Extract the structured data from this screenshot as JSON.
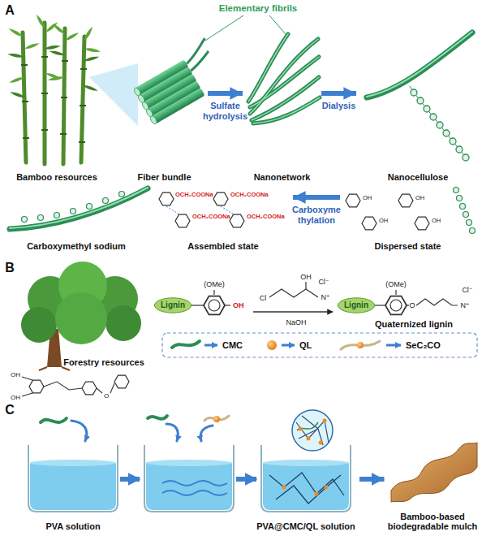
{
  "diagram": {
    "nodes": [
      {
        "text": [
          "Bamboo resources"
        ]
      },
      {
        "text": [
          "Fiber bundle"
        ]
      },
      {
        "text": [
          "Nanonetwork"
        ]
      },
      {
        "text": [
          "Nanocellulose"
        ]
      },
      {
        "text": [
          "Carboxymethyl sodium"
        ]
      },
      {
        "text": [
          "Assembled state"
        ]
      },
      {
        "text": [
          "Dispersed state"
        ]
      },
      {
        "text": [
          "Forestry resources"
        ]
      },
      {
        "text": [
          "Lignin"
        ]
      },
      {
        "text": [
          "Lignin"
        ]
      },
      {
        "text": [
          "PVA solution"
        ]
      },
      {
        "text": [
          "PVA@CMC/QL solution"
        ]
      },
      {
        "text": [
          "Bamboo-based biodegradable mulch"
        ]
      }
    ],
    "edges": [
      {
        "from": 1,
        "to": 2,
        "arrow": "to",
        "label": "Sulfate hydrolysis"
      },
      {
        "from": 2,
        "to": 3,
        "arrow": "to",
        "label": "Dialysis"
      },
      {
        "from": 6,
        "to": 5,
        "arrow": "to",
        "label": "Carboxyme thylation"
      },
      {
        "from": 11,
        "to": 12,
        "arrow": "to"
      }
    ],
    "labels": [
      "A",
      "Elementary fibrils",
      "OCH₂COONa",
      "OCH₂COONa",
      "OCH₂COONa",
      "OCH₂COONa",
      "OH",
      "OH",
      "OH",
      "OH",
      "B",
      "OH",
      "OH",
      "O",
      "(OMe)",
      "OH",
      "Cl",
      "OH",
      "Cl⁻",
      "N⁺",
      "NaOH",
      "(OMe)",
      "O",
      "N⁺",
      "Cl⁻",
      "Quaternized lignin",
      "C"
    ],
    "legend": [
      {
        "text": "CMC"
      },
      {
        "text": "QL"
      },
      {
        "text": "SeC₂CO"
      }
    ]
  }
}
